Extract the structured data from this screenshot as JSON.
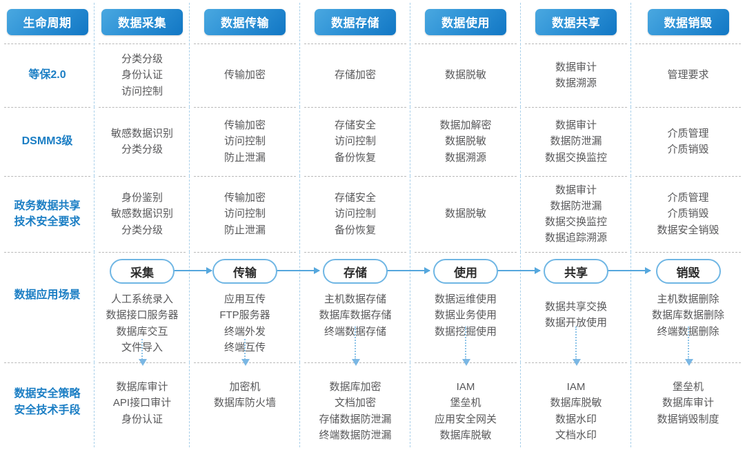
{
  "title": "数据安全生命周期能力矩阵",
  "colors": {
    "header_pill_from": "#4aa8e0",
    "header_pill_to": "#1277c4",
    "row_label": "#1b7ec4",
    "body_text": "#58585a",
    "flow_border": "#6fb6e4",
    "arrow": "#55a7dd",
    "vsep": "#a8cfe9",
    "hsep": "#b9b9b9"
  },
  "header": {
    "cells": [
      {
        "label": "生命周期"
      },
      {
        "label": "数据采集"
      },
      {
        "label": "数据传输"
      },
      {
        "label": "数据存储"
      },
      {
        "label": "数据使用"
      },
      {
        "label": "数据共享"
      },
      {
        "label": "数据销毁"
      }
    ]
  },
  "rows": [
    {
      "label": "等保2.0",
      "label_lines": [
        "等保2.0"
      ],
      "cells": [
        [
          "分类分级",
          "身份认证",
          "访问控制"
        ],
        [
          "传输加密"
        ],
        [
          "存储加密"
        ],
        [
          "数据脱敏"
        ],
        [
          "数据审计",
          "数据溯源"
        ],
        [
          "管理要求"
        ]
      ]
    },
    {
      "label": "DSMM3级",
      "label_lines": [
        "DSMM3级"
      ],
      "cells": [
        [
          "敏感数据识别",
          "分类分级"
        ],
        [
          "传输加密",
          "访问控制",
          "防止泄漏"
        ],
        [
          "存储安全",
          "访问控制",
          "备份恢复"
        ],
        [
          "数据加解密",
          "数据脱敏",
          "数据溯源"
        ],
        [
          "数据审计",
          "数据防泄漏",
          "数据交换监控"
        ],
        [
          "介质管理",
          "介质销毁"
        ]
      ]
    },
    {
      "label": "政务数据共享技术安全要求",
      "label_lines": [
        "政务数据共享",
        "技术安全要求"
      ],
      "cells": [
        [
          "身份鉴别",
          "敏感数据识别",
          "分类分级"
        ],
        [
          "传输加密",
          "访问控制",
          "防止泄漏"
        ],
        [
          "存储安全",
          "访问控制",
          "备份恢复"
        ],
        [
          "数据脱敏"
        ],
        [
          "数据审计",
          "数据防泄漏",
          "数据交换监控",
          "数据追踪溯源"
        ],
        [
          "介质管理",
          "介质销毁",
          "数据安全销毁"
        ]
      ]
    },
    {
      "label": "数据应用场景",
      "label_lines": [
        "数据应用场景"
      ],
      "flow": true,
      "cells": [
        {
          "pill": "采集",
          "items": [
            "人工系统录入",
            "数据接口服务器",
            "数据库交互",
            "文件导入"
          ]
        },
        {
          "pill": "传输",
          "items": [
            "应用互传",
            "FTP服务器",
            "终端外发",
            "终端互传"
          ]
        },
        {
          "pill": "存储",
          "items": [
            "主机数据存储",
            "数据库数据存储",
            "终端数据存储"
          ]
        },
        {
          "pill": "使用",
          "items": [
            "数据运维使用",
            "数据业务使用",
            "数据挖掘使用"
          ]
        },
        {
          "pill": "共享",
          "items": [
            "数据共享交换",
            "数据开放使用"
          ]
        },
        {
          "pill": "销毁",
          "items": [
            "主机数据删除",
            "数据库数据删除",
            "终端数据删除"
          ]
        }
      ]
    },
    {
      "label": "数据安全策略安全技术手段",
      "label_lines": [
        "数据安全策略",
        "安全技术手段"
      ],
      "cells": [
        [
          "数据库审计",
          "API接口审计",
          "身份认证"
        ],
        [
          "加密机",
          "数据库防火墙"
        ],
        [
          "数据库加密",
          "文档加密",
          "存储数据防泄漏",
          "终端数据防泄漏"
        ],
        [
          "IAM",
          "堡垒机",
          "应用安全网关",
          "数据库脱敏"
        ],
        [
          "IAM",
          "数据库脱敏",
          "数据水印",
          "文档水印"
        ],
        [
          "堡垒机",
          "数据库审计",
          "数据销毁制度"
        ]
      ]
    }
  ]
}
